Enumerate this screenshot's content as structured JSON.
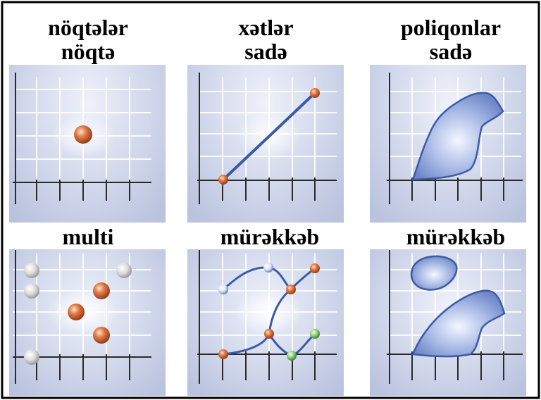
{
  "panels": [
    {
      "id": "points-simple",
      "title": "nöqtələr",
      "subtitle": "nöqtə"
    },
    {
      "id": "lines-simple",
      "title": "xətlər",
      "subtitle": "sadə"
    },
    {
      "id": "polygons-simple",
      "title": "poliqonlar",
      "subtitle": "sadə"
    },
    {
      "id": "points-multi",
      "title": "multi"
    },
    {
      "id": "lines-complex",
      "title": "mürəkkəb"
    },
    {
      "id": "polygons-complex",
      "title": "mürəkkəb"
    }
  ],
  "colors": {
    "panel_bg": "#c9d0e6",
    "grid": "#ffffff",
    "line": "#3a5aa8",
    "poly_fill": "#8ea3dc",
    "poly_stroke": "#3d5aa6",
    "point_orange": "#d8663a",
    "point_white": "#e8e8e8",
    "point_blue": "#dde6f8",
    "point_green": "#8ec97a"
  }
}
